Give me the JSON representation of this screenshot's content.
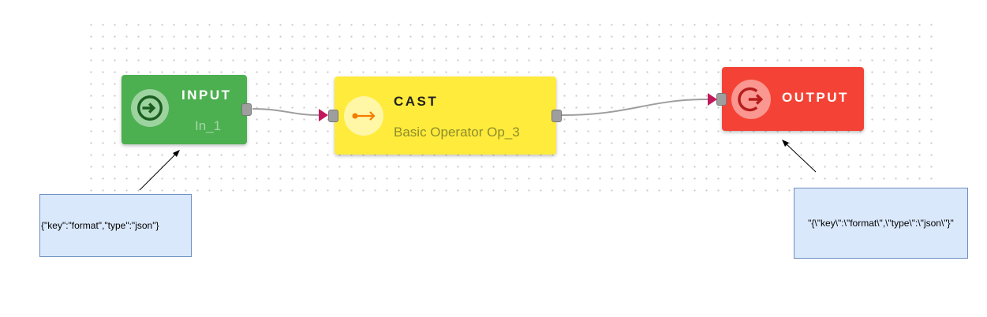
{
  "nodes": {
    "input": {
      "title": "INPUT",
      "subtitle": "In_1",
      "color": "#4caf50",
      "icon": "login-icon"
    },
    "cast": {
      "title": "CAST",
      "subtitle": "Basic Operator Op_3",
      "color": "#ffeb3b",
      "icon": "arrow-right-icon"
    },
    "output": {
      "title": "OUTPUT",
      "subtitle": "",
      "color": "#f44336",
      "icon": "logout-icon"
    }
  },
  "notes": {
    "left": "{\"key\":\"format\",\"type\":\"json\"}",
    "right": "\"{\\\"key\\\":\\\"format\\\",\\\"type\\\":\\\"json\\\"}\""
  },
  "colors": {
    "connector_arrow": "#c2185b",
    "link": "#9e9e9e",
    "note_fill": "#dae8fc",
    "note_border": "#6c8ebf"
  }
}
